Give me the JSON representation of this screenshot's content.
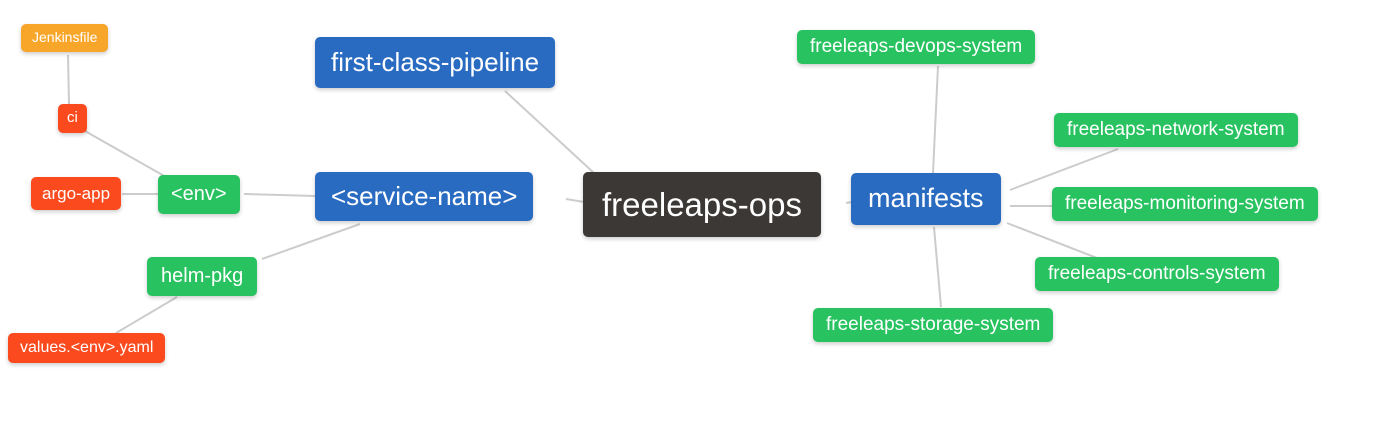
{
  "diagram": {
    "type": "mindmap",
    "root": "freeleaps-ops",
    "background": "#ffffff",
    "edge_color": "#cccccc",
    "palette": {
      "blue": "#2a6bc2",
      "green": "#28c360",
      "orange": "#f8a62a",
      "red": "#fb4a1e",
      "dark": "#3b3835"
    },
    "nodes": {
      "jenkinsfile": {
        "label": "Jenkinsfile",
        "color": "orange"
      },
      "ci": {
        "label": "ci",
        "color": "red"
      },
      "argo_app": {
        "label": "argo-app",
        "color": "red"
      },
      "env": {
        "label": "<env>",
        "color": "green"
      },
      "first_class_pipeline": {
        "label": "first-class-pipeline",
        "color": "blue"
      },
      "service_name": {
        "label": "<service-name>",
        "color": "blue"
      },
      "freeleaps_ops": {
        "label": "freeleaps-ops",
        "color": "dark"
      },
      "manifests": {
        "label": "manifests",
        "color": "blue"
      },
      "helm_pkg": {
        "label": "helm-pkg",
        "color": "green"
      },
      "values_env_yaml": {
        "label": "values.<env>.yaml",
        "color": "red"
      },
      "devops_system": {
        "label": "freeleaps-devops-system",
        "color": "green"
      },
      "network_system": {
        "label": "freeleaps-network-system",
        "color": "green"
      },
      "monitoring_system": {
        "label": "freeleaps-monitoring-system",
        "color": "green"
      },
      "controls_system": {
        "label": "freeleaps-controls-system",
        "color": "green"
      },
      "storage_system": {
        "label": "freeleaps-storage-system",
        "color": "green"
      }
    },
    "edges": [
      {
        "from": "jenkinsfile",
        "to": "ci"
      },
      {
        "from": "ci",
        "to": "env"
      },
      {
        "from": "argo_app",
        "to": "env"
      },
      {
        "from": "env",
        "to": "service_name"
      },
      {
        "from": "helm_pkg",
        "to": "service_name"
      },
      {
        "from": "values_env_yaml",
        "to": "helm_pkg"
      },
      {
        "from": "first_class_pipeline",
        "to": "freeleaps_ops"
      },
      {
        "from": "service_name",
        "to": "freeleaps_ops"
      },
      {
        "from": "manifests",
        "to": "freeleaps_ops"
      },
      {
        "from": "devops_system",
        "to": "manifests"
      },
      {
        "from": "network_system",
        "to": "manifests"
      },
      {
        "from": "monitoring_system",
        "to": "manifests"
      },
      {
        "from": "controls_system",
        "to": "manifests"
      },
      {
        "from": "storage_system",
        "to": "manifests"
      }
    ]
  }
}
